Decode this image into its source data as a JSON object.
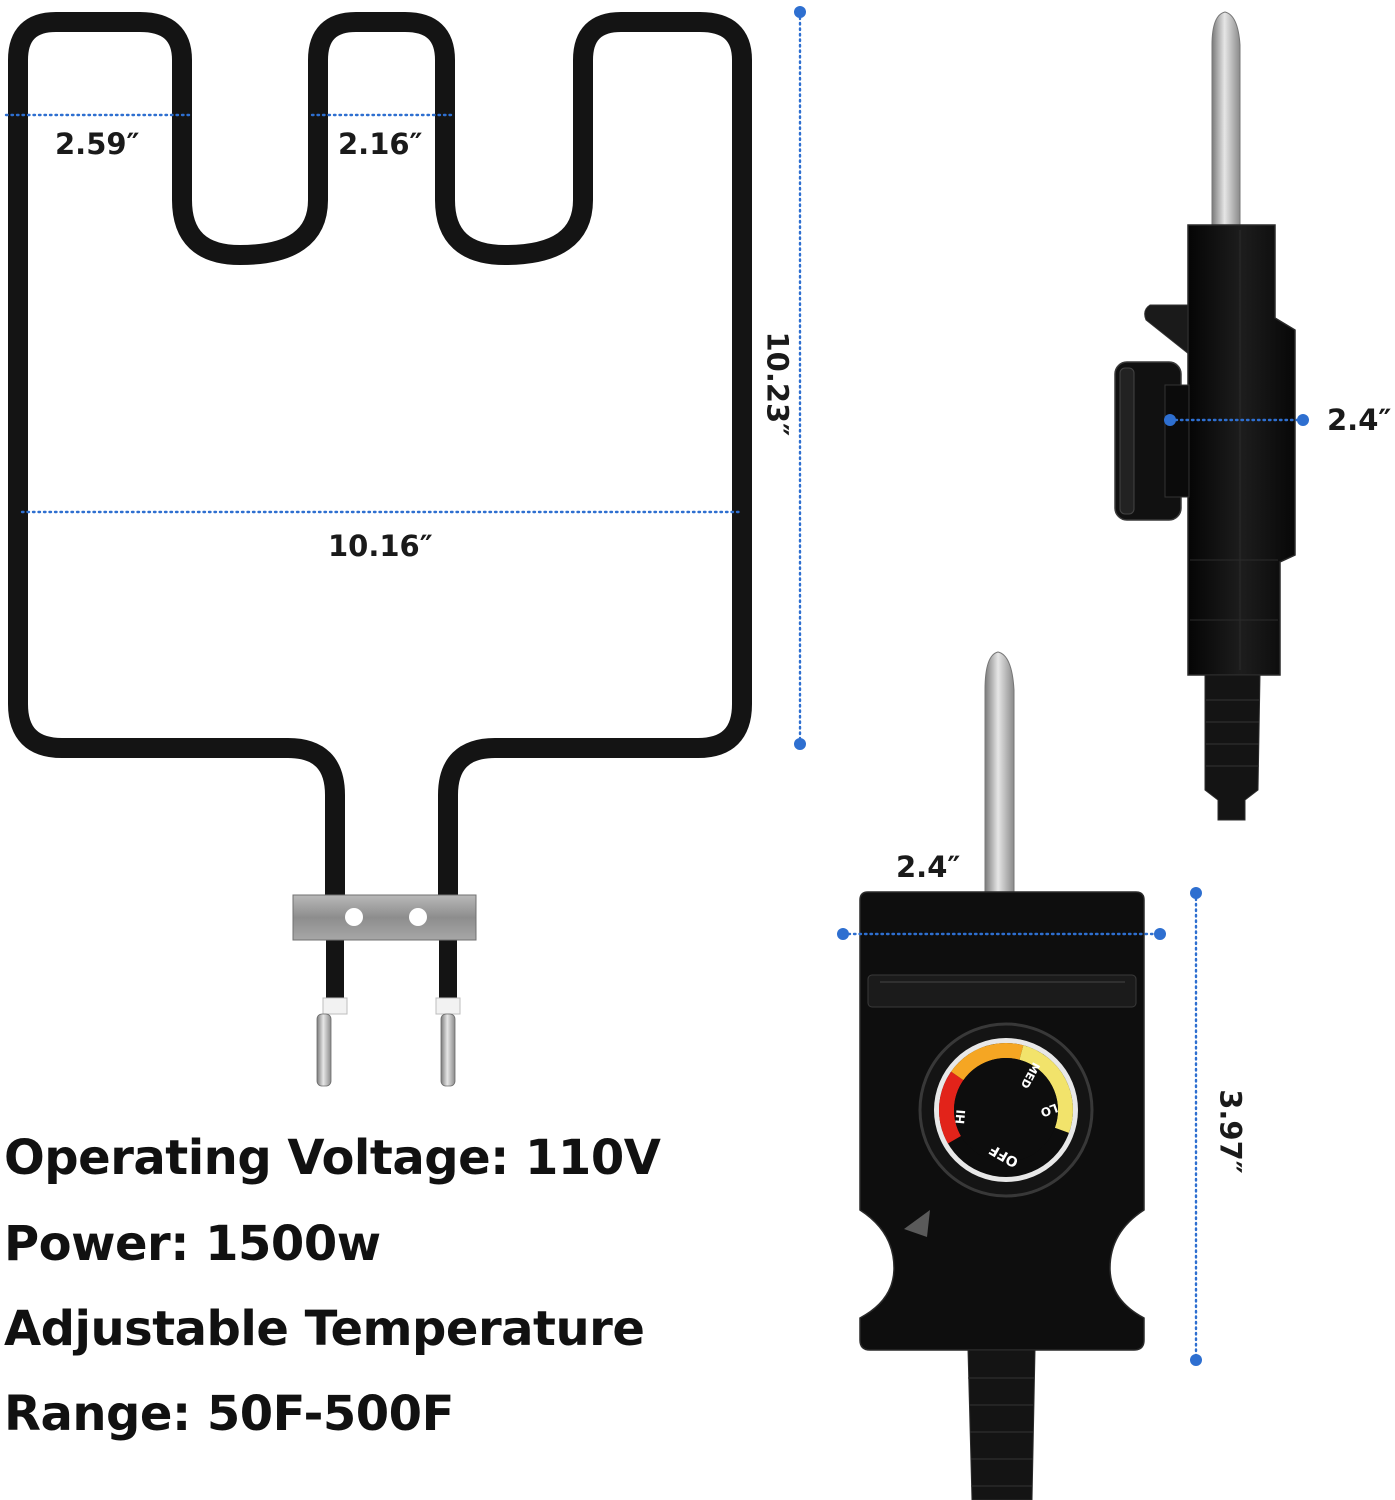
{
  "dimensions": {
    "element_loop_width_left": "2.59″",
    "element_loop_width_middle": "2.16″",
    "element_height": "10.23″",
    "element_width": "10.16″",
    "controller_side_depth": "2.4″",
    "controller_front_width": "2.4″",
    "controller_front_height": "3.97″"
  },
  "dial": {
    "off": "OFF",
    "low": "LO",
    "medium": "MED",
    "high": "HI"
  },
  "specs": [
    "Operating Voltage: 110V",
    "Power: 1500w",
    "Adjustable Temperature",
    "Range: 50F-500F"
  ],
  "colors": {
    "dimension_line": "#2e6fd0",
    "element": "#141414",
    "dial_hi": "#e2231a",
    "dial_med": "#f5a623",
    "dial_lo": "#f2e36b"
  }
}
